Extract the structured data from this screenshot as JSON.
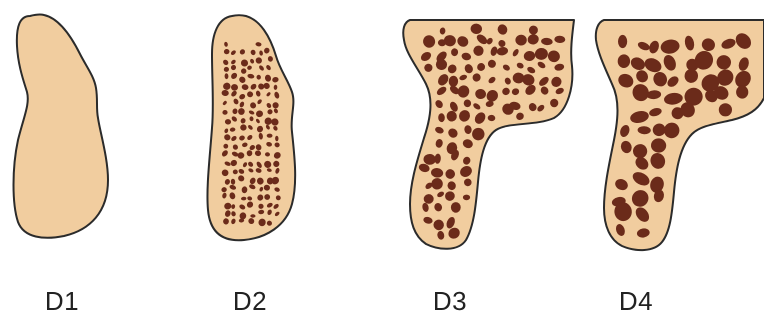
{
  "colors": {
    "bone_fill": "#f1cd9f",
    "bone_outline": "#2b2b2b",
    "trabecular_pore": "#6b2b1a",
    "label_text": "#222222"
  },
  "specimens": [
    {
      "label": "D1",
      "pattern": "dense-cortical"
    },
    {
      "label": "D2",
      "pattern": "fine-trabecular"
    },
    {
      "label": "D3",
      "pattern": "medium-trabecular"
    },
    {
      "label": "D4",
      "pattern": "coarse-trabecular"
    }
  ]
}
